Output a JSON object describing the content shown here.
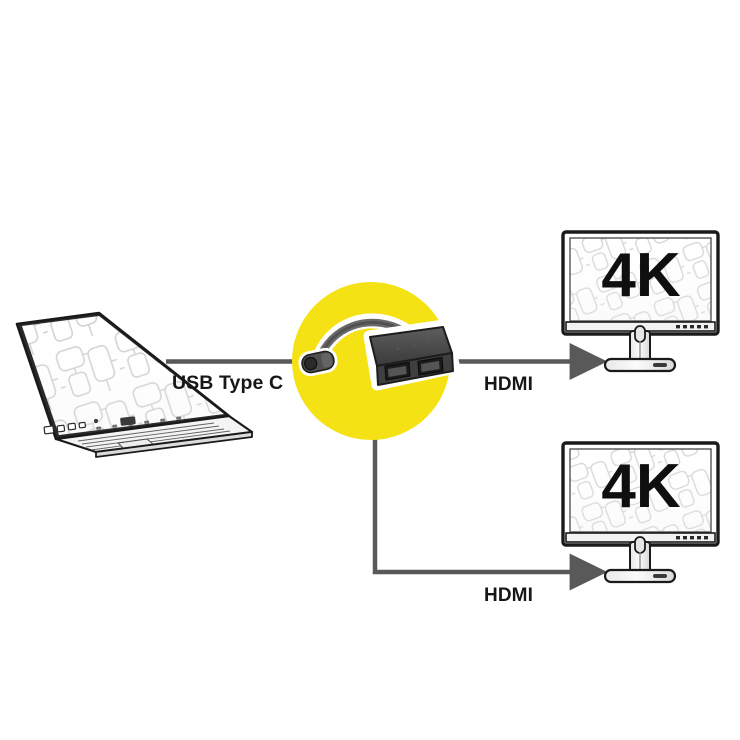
{
  "diagram": {
    "title": "USB Type C to dual HDMI 4K adapter connection diagram",
    "background_color": "#ffffff",
    "accent_circle_color": "#F5E215",
    "line_color": "#595959",
    "text_color": "#17171a",
    "device_outline_color": "#1a1a1a"
  },
  "source_device": {
    "name": "laptop",
    "screen_pattern": "geometric-maze-lines"
  },
  "adapter": {
    "name": "usb-c-to-dual-hdmi-adapter",
    "body_color": "#4d4d4d",
    "ports": 2,
    "connector_type": "USB Type C"
  },
  "connections": [
    {
      "id": "usb-c",
      "label": "USB Type C",
      "has_arrowhead": false,
      "from": "laptop",
      "to": "adapter"
    },
    {
      "id": "hdmi-top",
      "label": "HDMI",
      "has_arrowhead": true,
      "from": "adapter",
      "to": "monitor-top"
    },
    {
      "id": "hdmi-bottom",
      "label": "HDMI",
      "has_arrowhead": true,
      "from": "adapter",
      "to": "monitor-bottom"
    }
  ],
  "monitors": [
    {
      "id": "monitor-top",
      "screen_label": "4K",
      "screen_pattern": "geometric-maze-lines"
    },
    {
      "id": "monitor-bottom",
      "screen_label": "4K",
      "screen_pattern": "geometric-maze-lines"
    }
  ]
}
